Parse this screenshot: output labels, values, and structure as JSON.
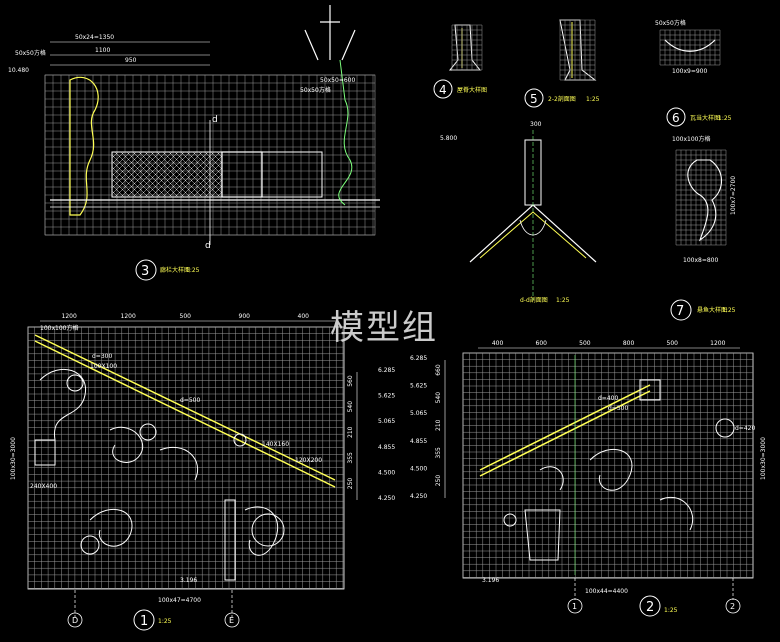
{
  "watermark": "模型组",
  "views": {
    "d3": {
      "num": "3",
      "title": "廊栏大样图",
      "scale": "1:25"
    },
    "d4": {
      "num": "4",
      "title": "屋脊大样图"
    },
    "d5": {
      "num": "5",
      "title": "2-2剖面图",
      "scale": "1:25"
    },
    "d6": {
      "num": "6",
      "title": "瓦当大样图",
      "scale": "1:25"
    },
    "d7": {
      "num": "7",
      "title": "悬鱼大样图",
      "scale": "1:25"
    },
    "dd": {
      "title": "d-d剖面图",
      "scale": "1:25"
    },
    "d1": {
      "num": "1",
      "scale": "1:25"
    },
    "d2": {
      "num": "2",
      "scale": "1:25"
    }
  },
  "axes": {
    "d": "D",
    "e": "E",
    "one": "1",
    "two": "2"
  },
  "dims": {
    "top_a": "50x24=1350",
    "top_b": "1100",
    "top_c": "950",
    "top_d": "50x50方格",
    "top_e": "50x50方格",
    "top_f": "50x50=600",
    "d6_grid": "50x50方格",
    "d6_w": "100x9=900",
    "d7_grid": "100x100方格",
    "d7_w": "100x8=800",
    "d7_h": "100x7=2700",
    "d1_grid": "100x100方格",
    "d1_w": "100x47=4700",
    "d1_h": "100x30=3000",
    "d2_w": "100x44=4400",
    "d2_h": "100x30=3000"
  },
  "d1_top_dims": [
    "1200",
    "1200",
    "500",
    "900",
    "400"
  ],
  "d2_top_dims": [
    "400",
    "600",
    "500",
    "800",
    "500",
    "1200"
  ],
  "d1_levels": [
    "6.285",
    "5.625",
    "5.065",
    "4.855",
    "4.500",
    "4.250"
  ],
  "d1_spacings": [
    "560",
    "540",
    "210",
    "355",
    "250"
  ],
  "d2_levels": [
    "6.285",
    "5.625",
    "5.065",
    "4.855",
    "4.500",
    "4.250"
  ],
  "d2_spacings": [
    "660",
    "540",
    "210",
    "355",
    "250"
  ],
  "levels_top": [
    "10.480",
    "5.800"
  ],
  "marks": [
    "d=300",
    "d=500",
    "d=420",
    "d=400",
    "d=500",
    "100X100",
    "140X160",
    "120X200",
    "240X400",
    "3.196",
    "3.196"
  ],
  "colors": {
    "bg": "#000000",
    "line": "#ffffff",
    "accent": "#ffff55",
    "green": "#7dff7d",
    "grid": "#9a9a9a"
  }
}
